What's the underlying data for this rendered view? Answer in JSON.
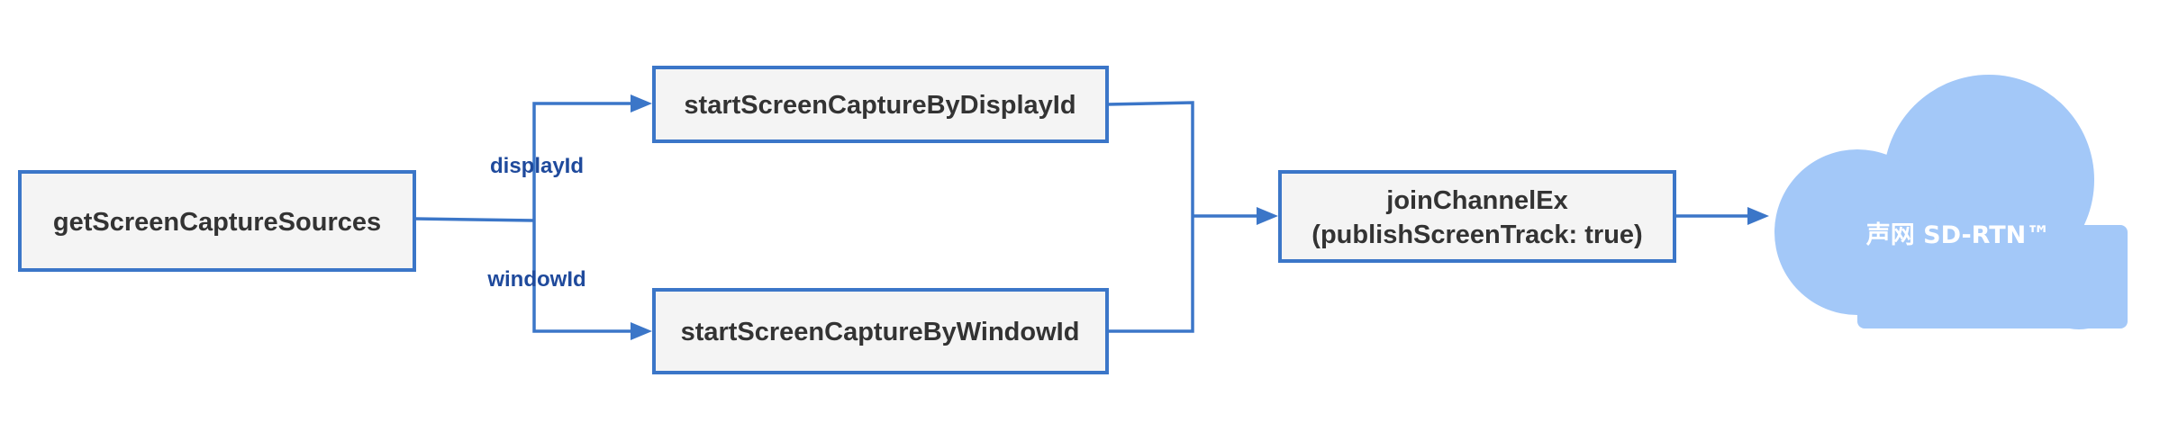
{
  "diagram": {
    "nodes": {
      "get_sources": "getScreenCaptureSources",
      "by_display": "startScreenCaptureByDisplayId",
      "by_window": "startScreenCaptureByWindowId",
      "join_line1": "joinChannelEx",
      "join_line2": "(publishScreenTrack: true)"
    },
    "edge_labels": {
      "display": "displayId",
      "window": "windowId"
    },
    "cloud_label": "声网 SD-RTN™"
  },
  "colors": {
    "line": "#3b76c8",
    "box_fill": "#f4f4f4",
    "edge_label": "#1f4a9c",
    "cloud": "#a3c8f8",
    "cloud_text": "#ffffff",
    "node_text": "#333333"
  }
}
